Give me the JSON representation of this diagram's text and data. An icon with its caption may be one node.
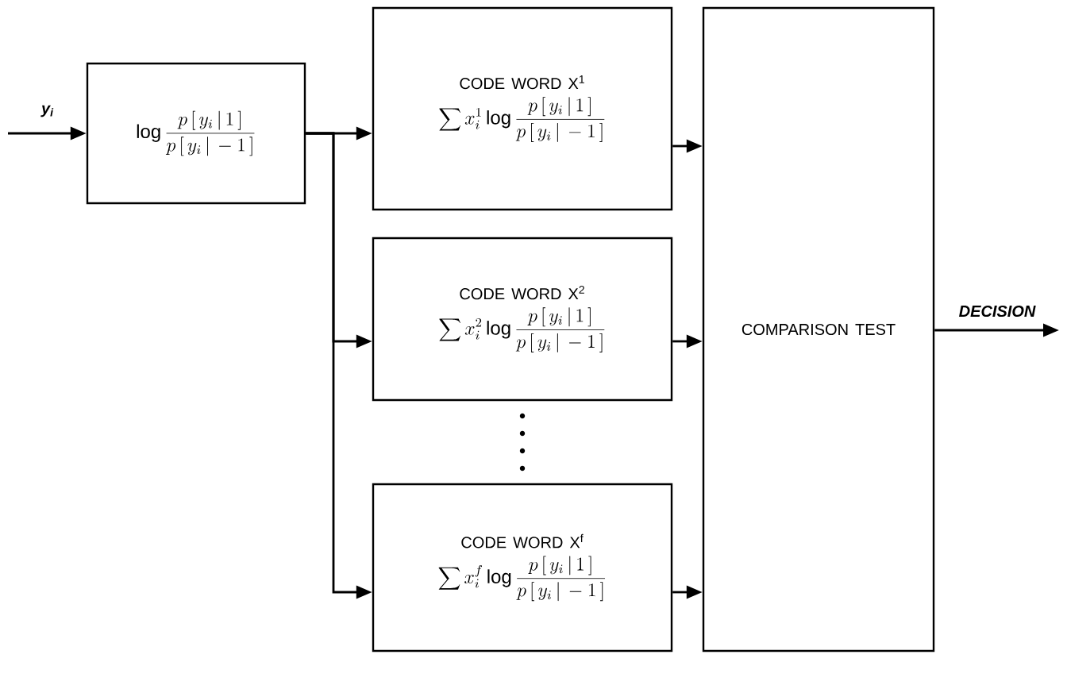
{
  "diagram": {
    "nodes": [
      {
        "text": [
          "\\log \\frac{p\\,[\\,y_i\\,|\\,1\\,]}{p\\,[\\,y_i\\,|\\,-1\\,]}"
        ]
      },
      {
        "text": [
          "CODE WORD X$^{1}$",
          "\\sum x_i^{1} \\log \\frac{p\\,[\\,y_i\\,|\\,1\\,]}{p\\,[\\,y_i\\,|\\,-1\\,]}"
        ]
      },
      {
        "text": [
          "CODE WORD X$^{2}$",
          "\\sum x_i^{2} \\log \\frac{p\\,[\\,y_i\\,|\\,1\\,]}{p\\,[\\,y_i\\,|\\,-1\\,]}"
        ]
      },
      {
        "text": [
          "CODE WORD X$^{f}$",
          "\\sum x_i^{f} \\log \\frac{p\\,[\\,y_i\\,|\\,1\\,]}{p\\,[\\,y_i\\,|\\,-1\\,]}"
        ]
      },
      {
        "text": [
          "COMPARISON TEST"
        ]
      }
    ],
    "edges": [
      {
        "from": null,
        "to": 0,
        "arrow": "to",
        "label": "y$_{i}$"
      },
      {
        "from": 0,
        "to": 1,
        "arrow": "to"
      },
      {
        "from": 0,
        "to": 2,
        "arrow": "to"
      },
      {
        "from": 0,
        "to": 3,
        "arrow": "to"
      },
      {
        "from": 1,
        "to": 4,
        "arrow": "to"
      },
      {
        "from": 2,
        "to": 4,
        "arrow": "to"
      },
      {
        "from": 3,
        "to": 4,
        "arrow": "to"
      },
      {
        "from": 4,
        "to": null,
        "arrow": "to",
        "label": "DECISION"
      }
    ]
  }
}
